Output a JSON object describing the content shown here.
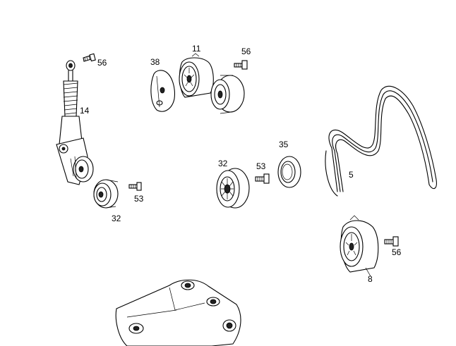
{
  "callouts": {
    "c56_top_left": "56",
    "c14": "14",
    "c32_left": "32",
    "c53_left": "53",
    "c38": "38",
    "c11": "11",
    "c56_top": "56",
    "c32_mid": "32",
    "c53_mid": "53",
    "c35": "35",
    "c5": "5",
    "c8": "8",
    "c56_right": "56"
  },
  "colors": {
    "ink": "#000000",
    "background": "#ffffff"
  }
}
